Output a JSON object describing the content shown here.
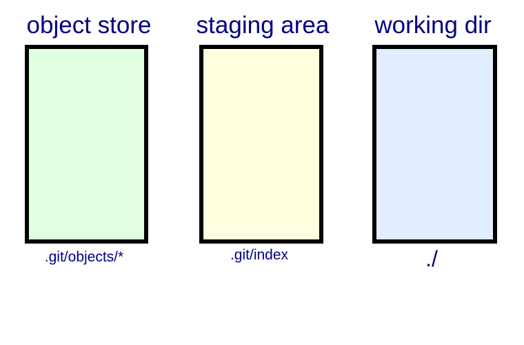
{
  "areas": [
    {
      "title": "object store",
      "path": ".git/objects/*",
      "fill": "#e0ffe0"
    },
    {
      "title": "staging area",
      "path": ".git/index",
      "fill": "#ffffe0"
    },
    {
      "title": "working dir",
      "path": "./",
      "fill": "#e0eeff"
    }
  ],
  "colors": {
    "text": "#000080",
    "border": "#000000"
  }
}
